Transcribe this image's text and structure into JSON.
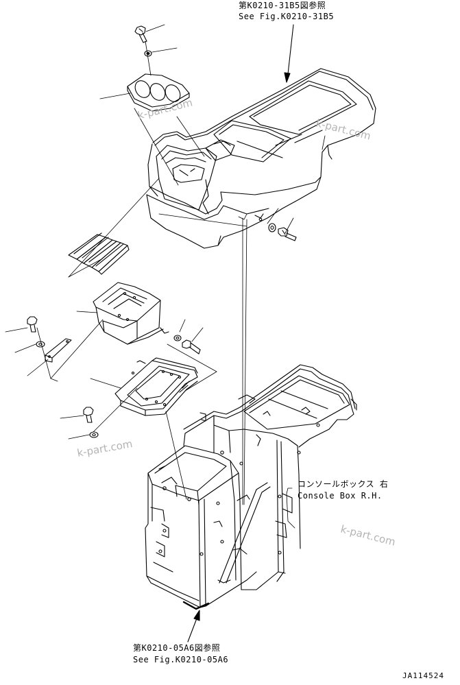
{
  "refs": {
    "top_jp": "第K0210-31B5図参照",
    "top_en": "See Fig.K0210-31B5",
    "bottom_jp": "第K0210-05A6図参照",
    "bottom_en": "See Fig.K0210-05A6"
  },
  "part_label": {
    "jp": "コンソールボックス 右",
    "en": "Console Box R.H."
  },
  "watermarks": [
    "k-part.com",
    "k-part.com",
    "k-part.com",
    "k-part.com"
  ],
  "drawing_id": "JA114524"
}
